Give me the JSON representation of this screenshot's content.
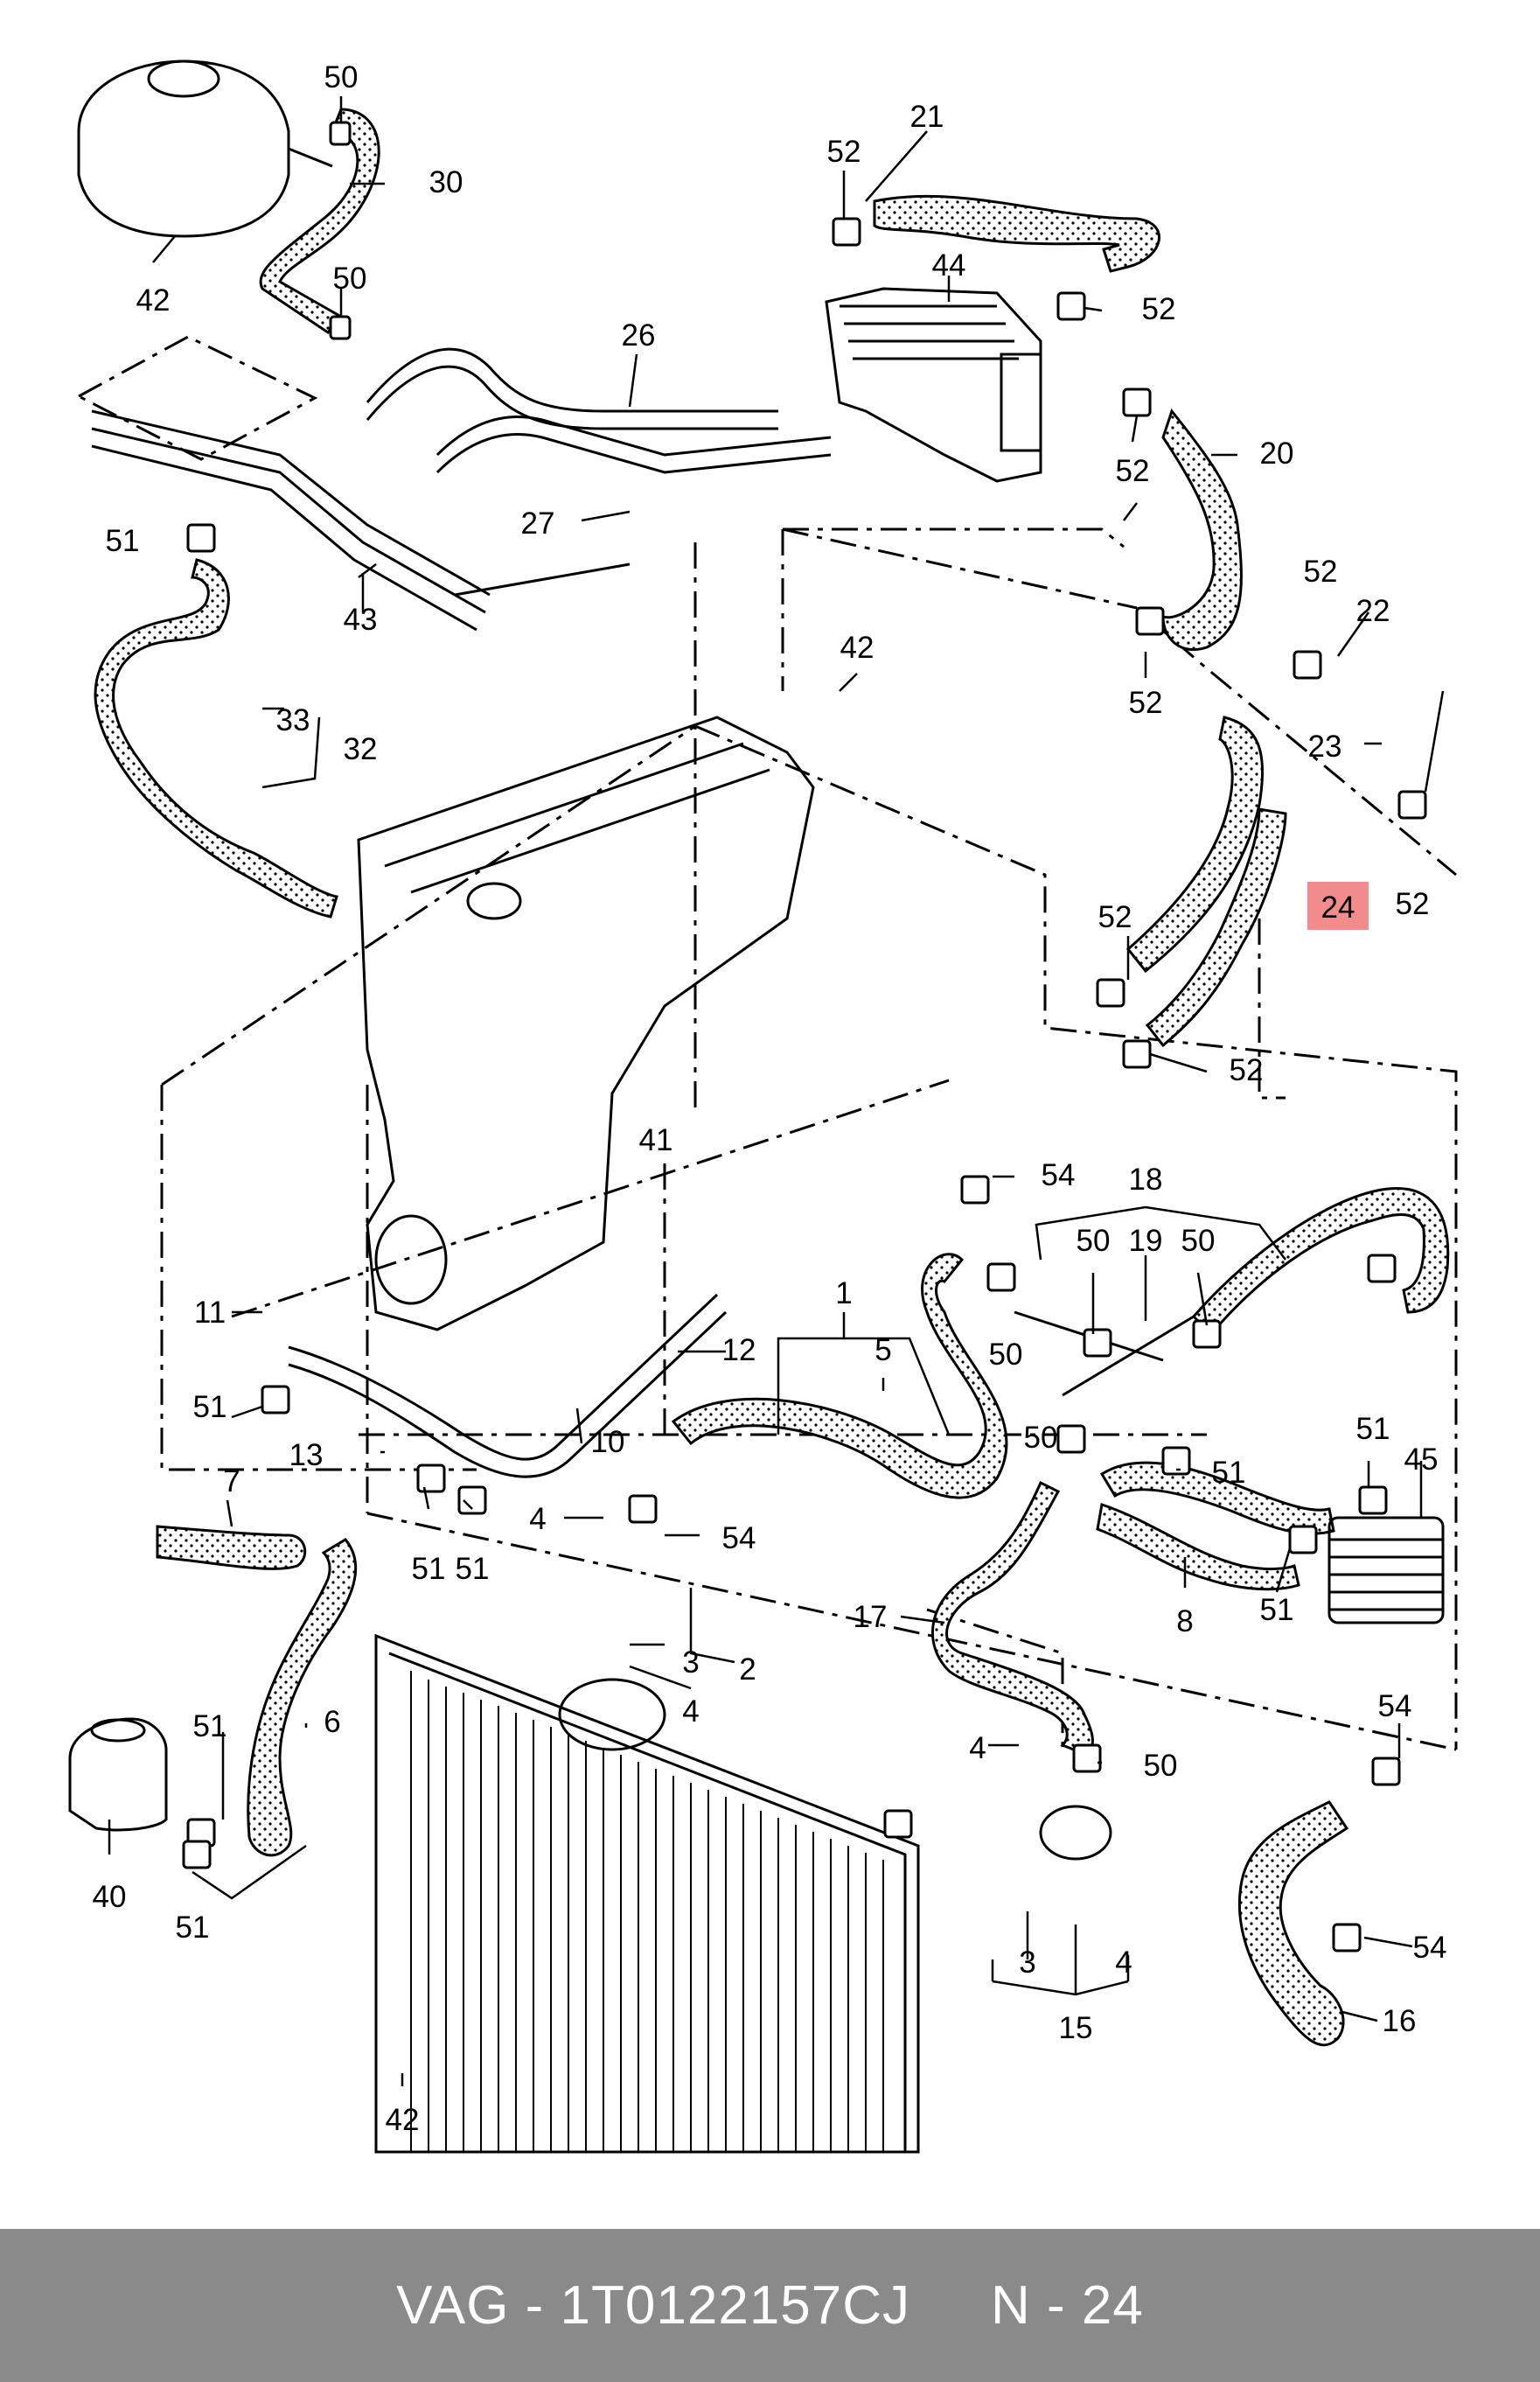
{
  "highlight": {
    "part": "24",
    "color": "#f28b8b"
  },
  "callouts": [
    "50",
    "30",
    "42",
    "50",
    "21",
    "52",
    "44",
    "52",
    "26",
    "20",
    "52",
    "27",
    "51",
    "43",
    "52",
    "42",
    "52",
    "22",
    "23",
    "52",
    "33",
    "32",
    "52",
    "24",
    "52",
    "41",
    "18",
    "54",
    "50",
    "19",
    "50",
    "11",
    "1",
    "50",
    "12",
    "5",
    "51",
    "13",
    "10",
    "50",
    "51",
    "7",
    "51",
    "51",
    "4",
    "54",
    "51",
    "45",
    "8",
    "51",
    "2",
    "3",
    "4",
    "17",
    "6",
    "51",
    "40",
    "51",
    "4",
    "50",
    "54",
    "54",
    "3",
    "4",
    "15",
    "16",
    "42"
  ],
  "footer": {
    "brand_part": "VAG - 1T0122157CJ",
    "ref": "N - 24"
  },
  "colors": {
    "line": "#000000",
    "footer_bg": "#8a8a8a",
    "footer_text": "#ffffff",
    "highlight_bg": "#f28b8b"
  }
}
